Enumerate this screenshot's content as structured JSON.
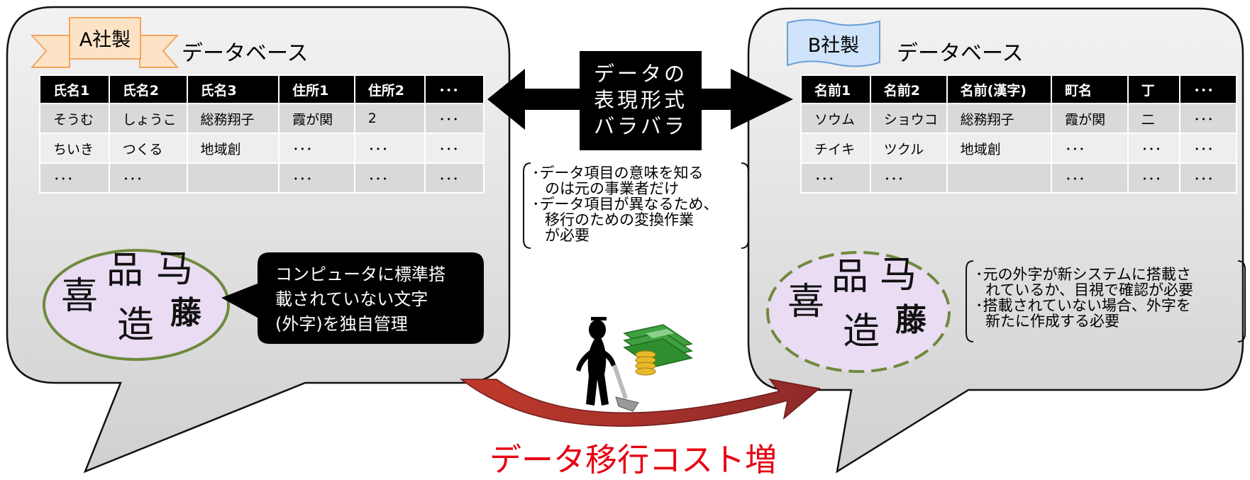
{
  "company_a": {
    "tag": "A社製",
    "db_title": "データベース",
    "columns": [
      "氏名1",
      "氏名2",
      "氏名3",
      "住所1",
      "住所2",
      "･･･"
    ],
    "rows": [
      [
        "そうむ",
        "しょうこ",
        "総務翔子",
        "霞が関",
        "2",
        "･･･"
      ],
      [
        "ちいき",
        "つくる",
        "地域創",
        "･･･",
        "･･･",
        "･･･"
      ],
      [
        "･･･",
        "･･･",
        "",
        "･･･",
        "･･･",
        "･･･"
      ]
    ],
    "gaiji": [
      "喜",
      "品",
      "马",
      "造",
      "藤"
    ],
    "callout_lines": [
      "コンピュータに標準搭",
      "載されていない文字",
      "(外字)を独自管理"
    ]
  },
  "company_b": {
    "tag": "B社製",
    "db_title": "データベース",
    "columns": [
      "名前1",
      "名前2",
      "名前(漢字)",
      "町名",
      "丁",
      "･･･"
    ],
    "rows": [
      [
        "ソウム",
        "ショウコ",
        "総務翔子",
        "霞が関",
        "二",
        "･･･"
      ],
      [
        "チイキ",
        "ツクル",
        "地域創",
        "･･･",
        "･･･",
        "･･･"
      ],
      [
        "･･･",
        "･･･",
        "",
        "･･･",
        "･･･",
        "･･･"
      ]
    ],
    "gaiji": [
      "喜",
      "品",
      "马",
      "造",
      "藤"
    ],
    "note_lines": [
      "･元の外字が新システムに搭載さ",
      "れているか、目視で確認が必要",
      "･搭載されていない場合、外字を",
      "新たに作成する必要"
    ]
  },
  "center": {
    "arrow_label_lines": [
      "データの",
      "表現形式",
      "バラバラ"
    ],
    "note_lines": [
      "･データ項目の意味を知る",
      "のは元の事業者だけ",
      "･データ項目が異なるため、",
      "移行のための変換作業",
      "が必要"
    ],
    "cost_label": "データ移行コスト増"
  },
  "colors": {
    "bubble_fill": "#e0e0e0",
    "table_header": "#000000",
    "tag_a_fill": "#fde3c6",
    "tag_a_stroke": "#f4a55c",
    "tag_b_fill": "#cfe3fa",
    "tag_b_stroke": "#6c9fd8",
    "ellipse_fill": "#e9dcf3",
    "ellipse_stroke": "#6e8a3c",
    "cost_red": "#e60012",
    "curve_arrow": "#a02c2c"
  }
}
